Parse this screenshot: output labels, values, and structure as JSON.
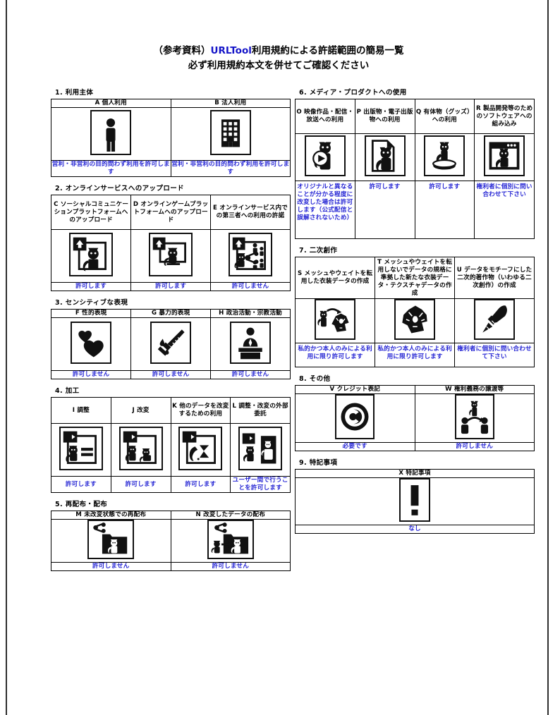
{
  "document": {
    "title_line1_prefix": "（参考資料）",
    "title_line1_brand": "URLTool",
    "title_line1_suffix": "利用規約による許諾範囲の簡易一覧",
    "title_line2": "必ず利用規約本文を併せてご確認ください",
    "brand_color": "#1414c8",
    "note_color": "#2525d4"
  },
  "sections": [
    {
      "number": "1.",
      "heading": "1. 利用主体",
      "items": [
        {
          "code": "A",
          "label": "A 個人利用",
          "icon": "person-icon",
          "note": "営利・非営利の目的問わず利用を許可します"
        },
        {
          "code": "B",
          "label": "B 法人利用",
          "icon": "building-icon",
          "note": "営利・非営利の目的問わず利用を許可します"
        }
      ]
    },
    {
      "number": "2.",
      "heading": "2. オンラインサービスへのアップロード",
      "items": [
        {
          "code": "C",
          "label": "C ソーシャルコミュニケーションプラットフォームへのアップロード",
          "icon": "upload-cat-avatar-icon",
          "note": "許可します"
        },
        {
          "code": "D",
          "label": "D オンラインゲームプラットフォームへのアップロード",
          "icon": "upload-cat-monitor-icon",
          "note": "許可します"
        },
        {
          "code": "E",
          "label": "E オンラインサービス内での第三者への利用の許諾",
          "icon": "upload-cat-share-icon",
          "note": "許可しません"
        }
      ]
    },
    {
      "number": "3.",
      "heading": "3. センシティブな表現",
      "items": [
        {
          "code": "F",
          "label": "F 性的表現",
          "icon": "hearts-icon",
          "note": "許可しません"
        },
        {
          "code": "G",
          "label": "G 暴力的表現",
          "icon": "knife-blood-icon",
          "note": "許可しません"
        },
        {
          "code": "H",
          "label": "H 政治活動・宗教活動",
          "icon": "speaker-podium-icon",
          "note": "許可しません"
        }
      ]
    },
    {
      "number": "4.",
      "heading": "4. 加工",
      "items": [
        {
          "code": "I",
          "label": "I 調整",
          "icon": "arrow-cat-equals-icon",
          "note": "許可します"
        },
        {
          "code": "J",
          "label": "J 改変",
          "icon": "arrow-two-cats-icon",
          "note": "許可します"
        },
        {
          "code": "K",
          "label": "K 他のデータを改変するための利用",
          "icon": "arrow-cat-morph-icon",
          "note": "許可します"
        },
        {
          "code": "L",
          "label": "L 調整・改変の外部委託",
          "icon": "arrow-cat-outsource-icon",
          "note": "ユーザー間で行うことを許可します"
        }
      ]
    },
    {
      "number": "5.",
      "heading": "5. 再配布・配布",
      "items": [
        {
          "code": "M",
          "label": "M 未改変状態での再配布",
          "icon": "share-folder-cat-icon",
          "note": "許可しません"
        },
        {
          "code": "N",
          "label": "N 改変したデータの配布",
          "icon": "share-folder-modified-cat-icon",
          "note": "許可しません"
        }
      ]
    },
    {
      "number": "6.",
      "heading": "6. メディア・プロダクトへの使用",
      "items": [
        {
          "code": "O",
          "label": "O 映像作品・配信・放送への利用",
          "icon": "cat-play-button-icon",
          "note": "オリジナルと異なることが分かる程度に改変した場合は許可します（公式配信と誤解されないため）"
        },
        {
          "code": "P",
          "label": "P 出版物・電子出版物への利用",
          "icon": "cat-document-icon",
          "note": "許可します"
        },
        {
          "code": "Q",
          "label": "Q 有体物（グッズ）への利用",
          "icon": "cat-figurine-icon",
          "note": "許可します"
        },
        {
          "code": "R",
          "label": "R 製品開発等のためのソフトウェアへの組み込み",
          "icon": "cat-app-window-icon",
          "note": "権利者に個別に問い合わせて下さい"
        }
      ]
    },
    {
      "number": "7.",
      "heading": "7. 二次創作",
      "items": [
        {
          "code": "S",
          "label": "S メッシュやウェイトを転用した衣装データの作成",
          "icon": "cat-to-garment-icon",
          "note": "私的かつ本人のみによる利用に限り許可します"
        },
        {
          "code": "T",
          "label": "T メッシュやウェイトを転用しないでデータの規格に準拠した新たな衣装データ・テクスチャデータの作成",
          "icon": "garment-icon",
          "note": "私的かつ本人のみによる利用に限り許可します"
        },
        {
          "code": "U",
          "label": "U データをモチーフにした二次的著作物（いわゆる二次創作）の作成",
          "icon": "paintbrush-icon",
          "note": "権利者に個別に問い合わせて下さい"
        }
      ]
    },
    {
      "number": "8.",
      "heading": "8. その他",
      "items": [
        {
          "code": "V",
          "label": "V クレジット表記",
          "icon": "copyright-icon",
          "note": "必要です"
        },
        {
          "code": "W",
          "label": "W 権利義務の譲渡等",
          "icon": "transfer-cat-icon",
          "note": "許可しません"
        }
      ]
    },
    {
      "number": "9.",
      "heading": "9. 特記事項",
      "items": [
        {
          "code": "X",
          "label": "X 特記事項",
          "icon": "exclamation-icon",
          "note": "なし"
        }
      ]
    }
  ]
}
